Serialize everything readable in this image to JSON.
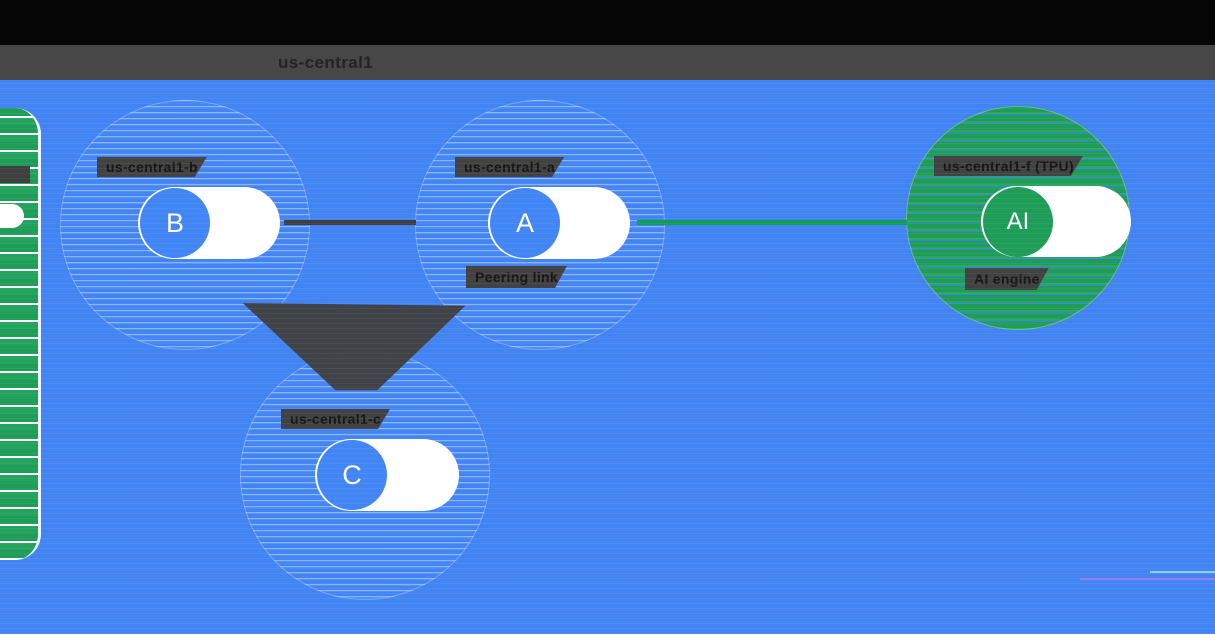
{
  "header": {
    "region_title": "us-central1"
  },
  "zones": [
    {
      "id": "b",
      "label": "us-central1-b",
      "node_letter": "B"
    },
    {
      "id": "a",
      "label": "us-central1-a",
      "node_letter": "A"
    },
    {
      "id": "c",
      "label": "us-central1-c",
      "node_letter": "C"
    },
    {
      "id": "ai",
      "label": "us-central1-f (TPU)",
      "node_letter": "AI",
      "caption": "AI engine"
    }
  ],
  "links": {
    "peering_label": "Peering link"
  },
  "colors": {
    "background_blue": "#4384F3",
    "node_blue": "#4285F4",
    "zone_green": "#1F9D58",
    "link_green": "#0F9D58",
    "dark_band": "#424242",
    "header_gray": "#474747",
    "top_black": "#050505",
    "white": "#FFFFFF"
  }
}
